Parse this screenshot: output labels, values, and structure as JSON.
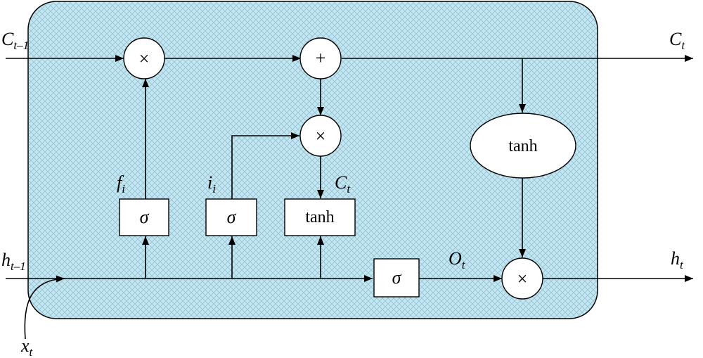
{
  "labels": {
    "c_prev": {
      "main": "C",
      "sub": "t–1"
    },
    "c_out": {
      "main": "C",
      "sub": "t"
    },
    "h_prev": {
      "main": "h",
      "sub": "t–1"
    },
    "h_out": {
      "main": "h",
      "sub": "t"
    },
    "x_in": {
      "main": "x",
      "sub": "t"
    },
    "f_gate": {
      "main": "f",
      "sub": "i"
    },
    "i_gate": {
      "main": "i",
      "sub": "i"
    },
    "c_cand": {
      "main": "C",
      "sub": "t"
    },
    "o_gate": {
      "main": "O",
      "sub": "t"
    }
  },
  "operators": {
    "multiply": "×",
    "add": "+",
    "sigma": "σ",
    "tanh": "tanh"
  },
  "colors": {
    "cell_fill": "#c5e6f0",
    "hatch": "#8fc3d6",
    "stroke": "#000000"
  }
}
